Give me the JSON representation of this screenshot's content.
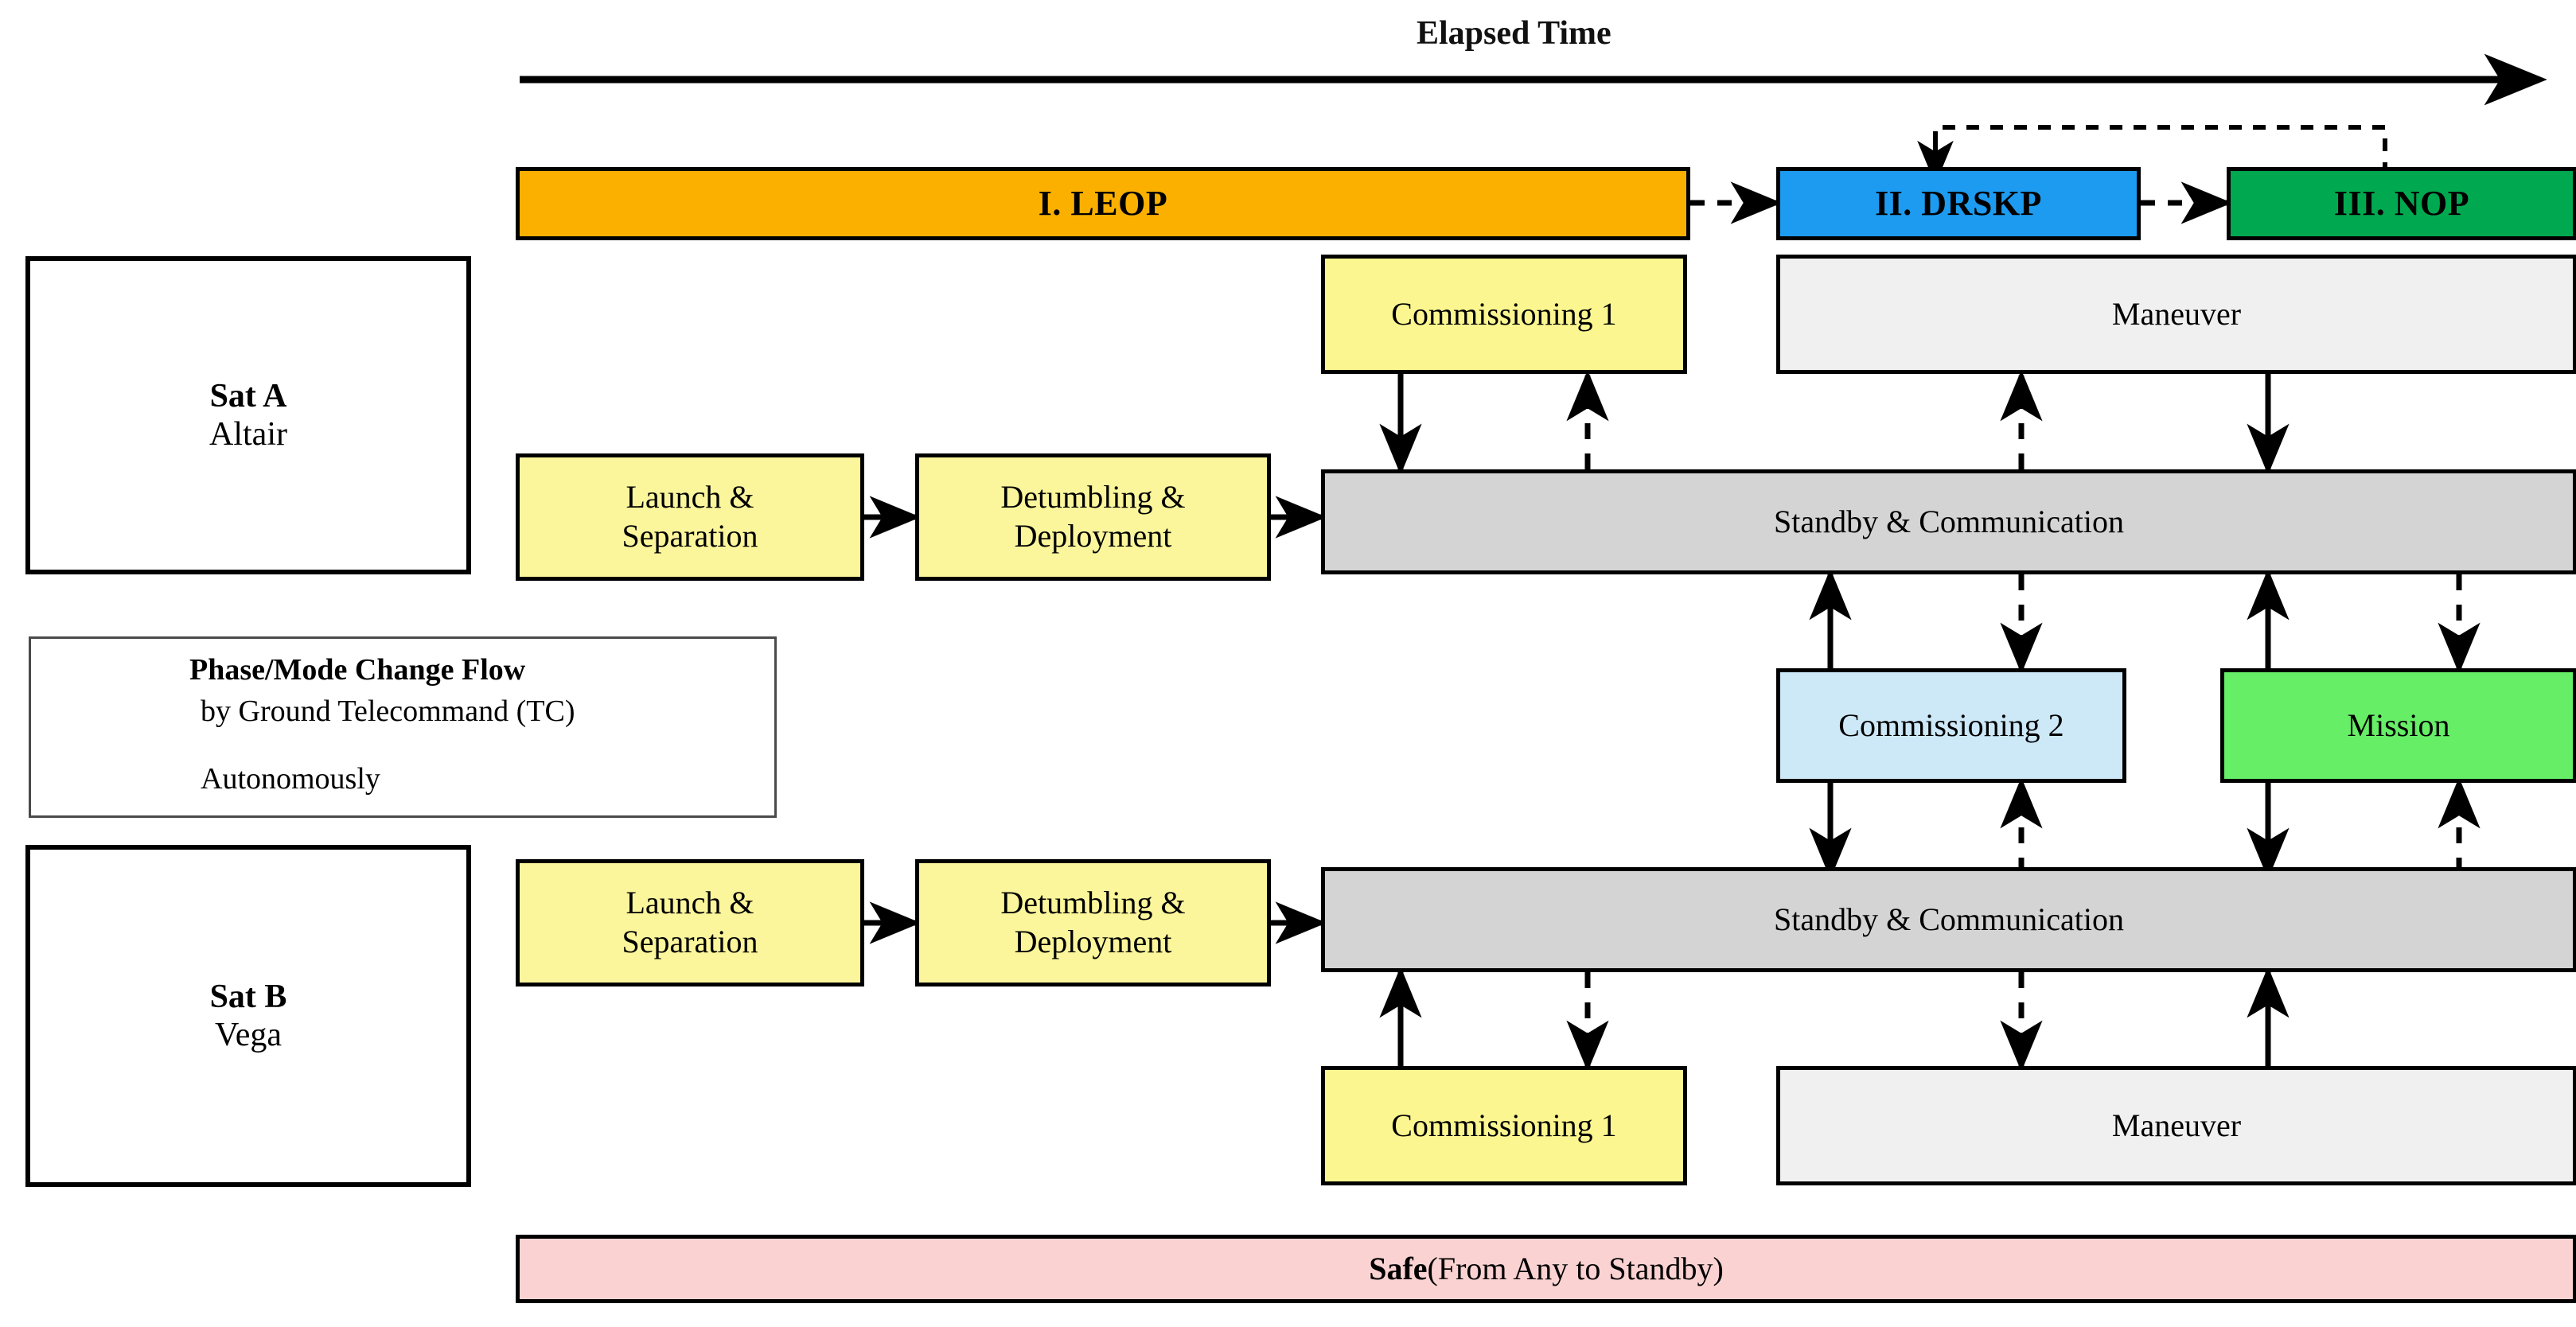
{
  "diagram": {
    "timeline_title": "Elapsed Time",
    "phases": [
      {
        "id": "leop",
        "label": "I. LEOP",
        "color": "#FBB000"
      },
      {
        "id": "drskp",
        "label": "II. DRSKP",
        "color": "#1D9BF0"
      },
      {
        "id": "nop",
        "label": "III. NOP",
        "color": "#00A94F"
      }
    ],
    "satellites": [
      {
        "id": "sat-a",
        "name": "Sat A",
        "alias": "Altair",
        "modes": [
          {
            "id": "launch-separation",
            "label": "Launch &\nSeparation",
            "color": "#FBF69B"
          },
          {
            "id": "detumbling-deploy",
            "label": "Detumbling &\nDeployment",
            "color": "#FBF69B"
          },
          {
            "id": "commissioning-1",
            "label": "Commissioning 1",
            "color": "#FBF68F"
          },
          {
            "id": "maneuver",
            "label": "Maneuver",
            "color": "#F0F0F0"
          },
          {
            "id": "standby-comm",
            "label": "Standby & Communication",
            "color": "#D4D4D4"
          }
        ]
      },
      {
        "id": "sat-b",
        "name": "Sat B",
        "alias": "Vega",
        "modes": [
          {
            "id": "launch-separation",
            "label": "Launch &\nSeparation",
            "color": "#FBF69B"
          },
          {
            "id": "detumbling-deploy",
            "label": "Detumbling &\nDeployment",
            "color": "#FBF69B"
          },
          {
            "id": "standby-comm",
            "label": "Standby & Communication",
            "color": "#D4D4D4"
          },
          {
            "id": "commissioning-1",
            "label": "Commissioning 1",
            "color": "#FBF68F"
          },
          {
            "id": "maneuver",
            "label": "Maneuver",
            "color": "#F0F0F0"
          }
        ]
      }
    ],
    "shared_modes": [
      {
        "id": "commissioning-2",
        "label": "Commissioning 2",
        "color": "#CDE8F7"
      },
      {
        "id": "mission",
        "label": "Mission",
        "color": "#66EE66"
      }
    ],
    "legend": {
      "title": "Phase/Mode Change Flow",
      "entries": [
        {
          "id": "telecommand",
          "style": "dashed",
          "label": "by Ground Telecommand (TC)"
        },
        {
          "id": "autonomously",
          "style": "solid",
          "label": "Autonomously"
        }
      ]
    },
    "safe_mode": {
      "id": "safe",
      "name": "Safe",
      "detail": "(From Any to Standby)",
      "color": "#FBD2D2"
    },
    "labels": {
      "launch_separation_l1": "Launch &",
      "launch_separation_l2": "Separation",
      "detumbling_l1": "Detumbling &",
      "detumbling_l2": "Deployment",
      "commissioning_1": "Commissioning 1",
      "commissioning_2": "Commissioning 2",
      "maneuver": "Maneuver",
      "standby": "Standby & Communication",
      "mission": "Mission"
    }
  }
}
